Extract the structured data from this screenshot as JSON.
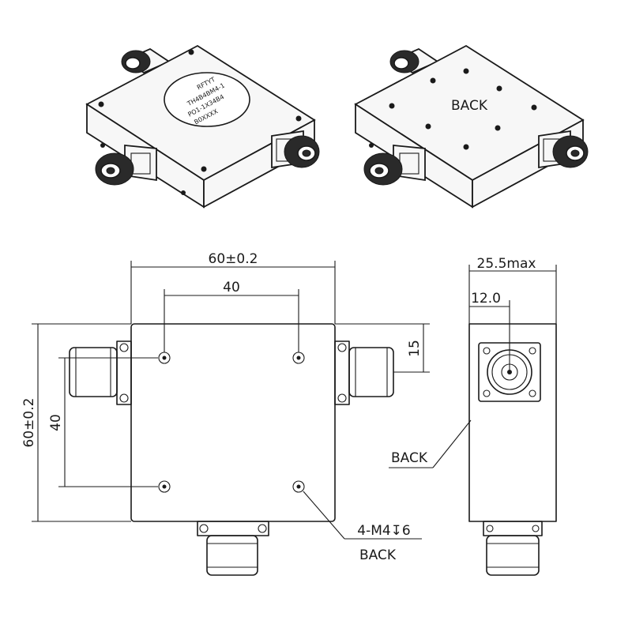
{
  "iso_front": {
    "logo_lines": [
      "RFTYT",
      "TH4B4BM4-1",
      "PO1-1X34B4",
      "B0XXXX"
    ]
  },
  "iso_back": {
    "label": "BACK"
  },
  "front_view": {
    "dim_overall_width": "60±0.2",
    "dim_hole_spacing_x": "40",
    "dim_connector_offset": "15",
    "dim_overall_height": "60±0.2",
    "dim_hole_spacing_y": "40",
    "callout_holes": "4-M4↧6",
    "callout_back": "BACK"
  },
  "side_view": {
    "dim_max_width": "25.5max",
    "dim_connector_offset": "12.0",
    "callout_back": "BACK"
  },
  "colors": {
    "line": "#1a1a1a",
    "background": "#ffffff"
  }
}
